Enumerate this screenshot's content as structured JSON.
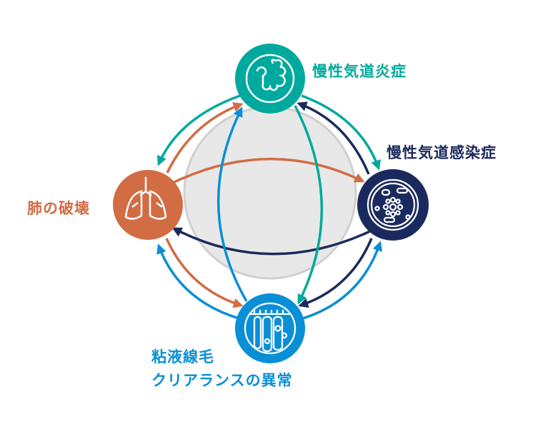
{
  "colors": {
    "inflammation": "#00A99D",
    "destruction": "#D16C43",
    "infection": "#1B2A5E",
    "clearance": "#0A8FD6",
    "center": "#E8E8E8"
  },
  "nodes": {
    "inflammation": {
      "label": "慢性気道炎症",
      "icon": "cell-icon"
    },
    "infection": {
      "label": "慢性気道感染症",
      "icon": "bacteria-icon"
    },
    "destruction": {
      "label": "肺の破壊",
      "icon": "lungs-icon"
    },
    "clearance": {
      "label_line1": "粘液線毛",
      "label_line2": "クリアランスの異常",
      "icon": "epithelium-icon"
    }
  }
}
